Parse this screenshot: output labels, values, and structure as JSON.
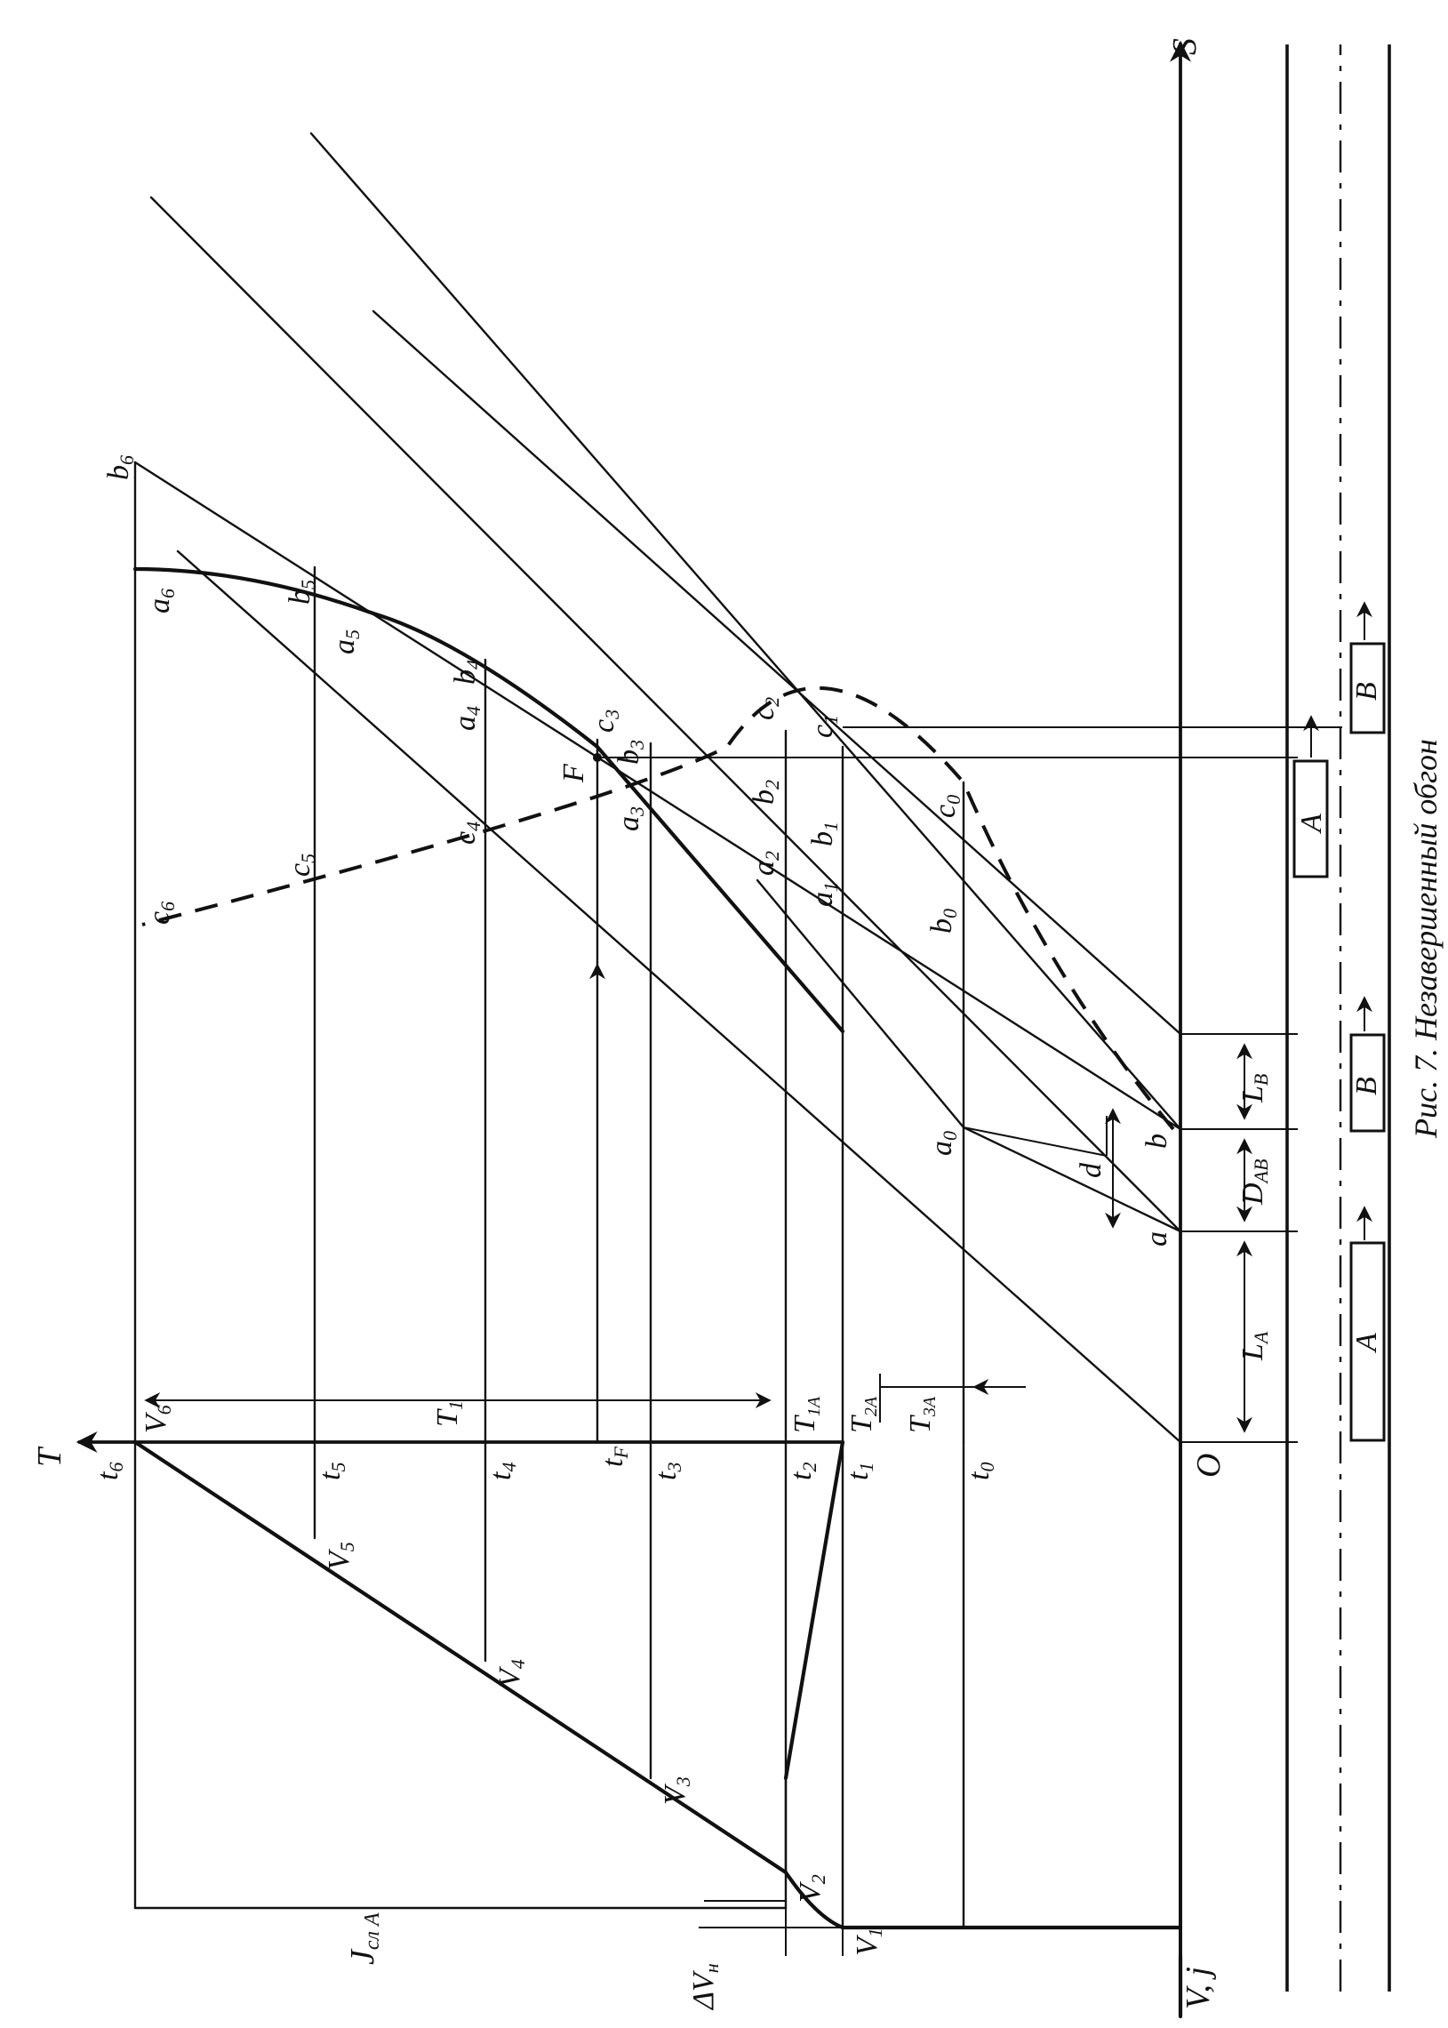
{
  "figure": {
    "caption": "Рис. 7. Незавершенный обгон",
    "axis_s": "S",
    "axis_t": "T",
    "axis_v": "V, j",
    "origin": "O",
    "accel_label": "J",
    "accel_sub": "сл A",
    "dv_label": "ΔV",
    "dv_sub": "н",
    "la_label": "L",
    "la_sub": "A",
    "lb_label": "L",
    "lb_sub": "B",
    "dab_label": "D",
    "dab_sub": "AB",
    "d_label": "d",
    "time_t0": "t",
    "time_t0_sub": "0",
    "time_t1": "t",
    "time_t1_sub": "1",
    "time_t2": "t",
    "time_t2_sub": "2",
    "time_t3": "t",
    "time_t3_sub": "3",
    "time_t4": "t",
    "time_t4_sub": "4",
    "time_t5": "t",
    "time_t5_sub": "5",
    "time_t6": "t",
    "time_t6_sub": "6",
    "time_tf": "t",
    "time_tf_sub": "F",
    "speed_v1": "V",
    "speed_v1_sub": "1",
    "speed_v2": "V",
    "speed_v2_sub": "2",
    "speed_v3": "V",
    "speed_v3_sub": "3",
    "speed_v4": "V",
    "speed_v4_sub": "4",
    "speed_v5": "V",
    "speed_v5_sub": "5",
    "speed_v6": "V",
    "speed_v6_sub": "6",
    "int_t1": "T",
    "int_t1_sub": "1",
    "int_t1a": "T",
    "int_t1a_sub": "1A",
    "int_t2a": "T",
    "int_t2a_sub": "2A",
    "int_t3a": "T",
    "int_t3a_sub": "3A",
    "pt_a": "a",
    "pt_b": "b",
    "pt_f": "F",
    "pt_a0": "a",
    "pt_a0_sub": "0",
    "pt_a1": "a",
    "pt_a1_sub": "1",
    "pt_a2": "a",
    "pt_a2_sub": "2",
    "pt_a3": "a",
    "pt_a3_sub": "3",
    "pt_a4": "a",
    "pt_a4_sub": "4",
    "pt_a5": "a",
    "pt_a5_sub": "5",
    "pt_a6": "a",
    "pt_a6_sub": "6",
    "pt_b0": "b",
    "pt_b0_sub": "0",
    "pt_b1": "b",
    "pt_b1_sub": "1",
    "pt_b2": "b",
    "pt_b2_sub": "2",
    "pt_b3": "b",
    "pt_b3_sub": "3",
    "pt_b4": "b",
    "pt_b4_sub": "4",
    "pt_b5": "b",
    "pt_b5_sub": "5",
    "pt_b6": "b",
    "pt_b6_sub": "6",
    "pt_c0": "c",
    "pt_c0_sub": "0",
    "pt_c1": "c",
    "pt_c1_sub": "1",
    "pt_c2": "c",
    "pt_c2_sub": "2",
    "pt_c3": "c",
    "pt_c3_sub": "3",
    "pt_c4": "c",
    "pt_c4_sub": "4",
    "pt_c5": "c",
    "pt_c5_sub": "5",
    "pt_c6": "c",
    "pt_c6_sub": "6",
    "vehicle_a": "A",
    "vehicle_b": "B"
  }
}
